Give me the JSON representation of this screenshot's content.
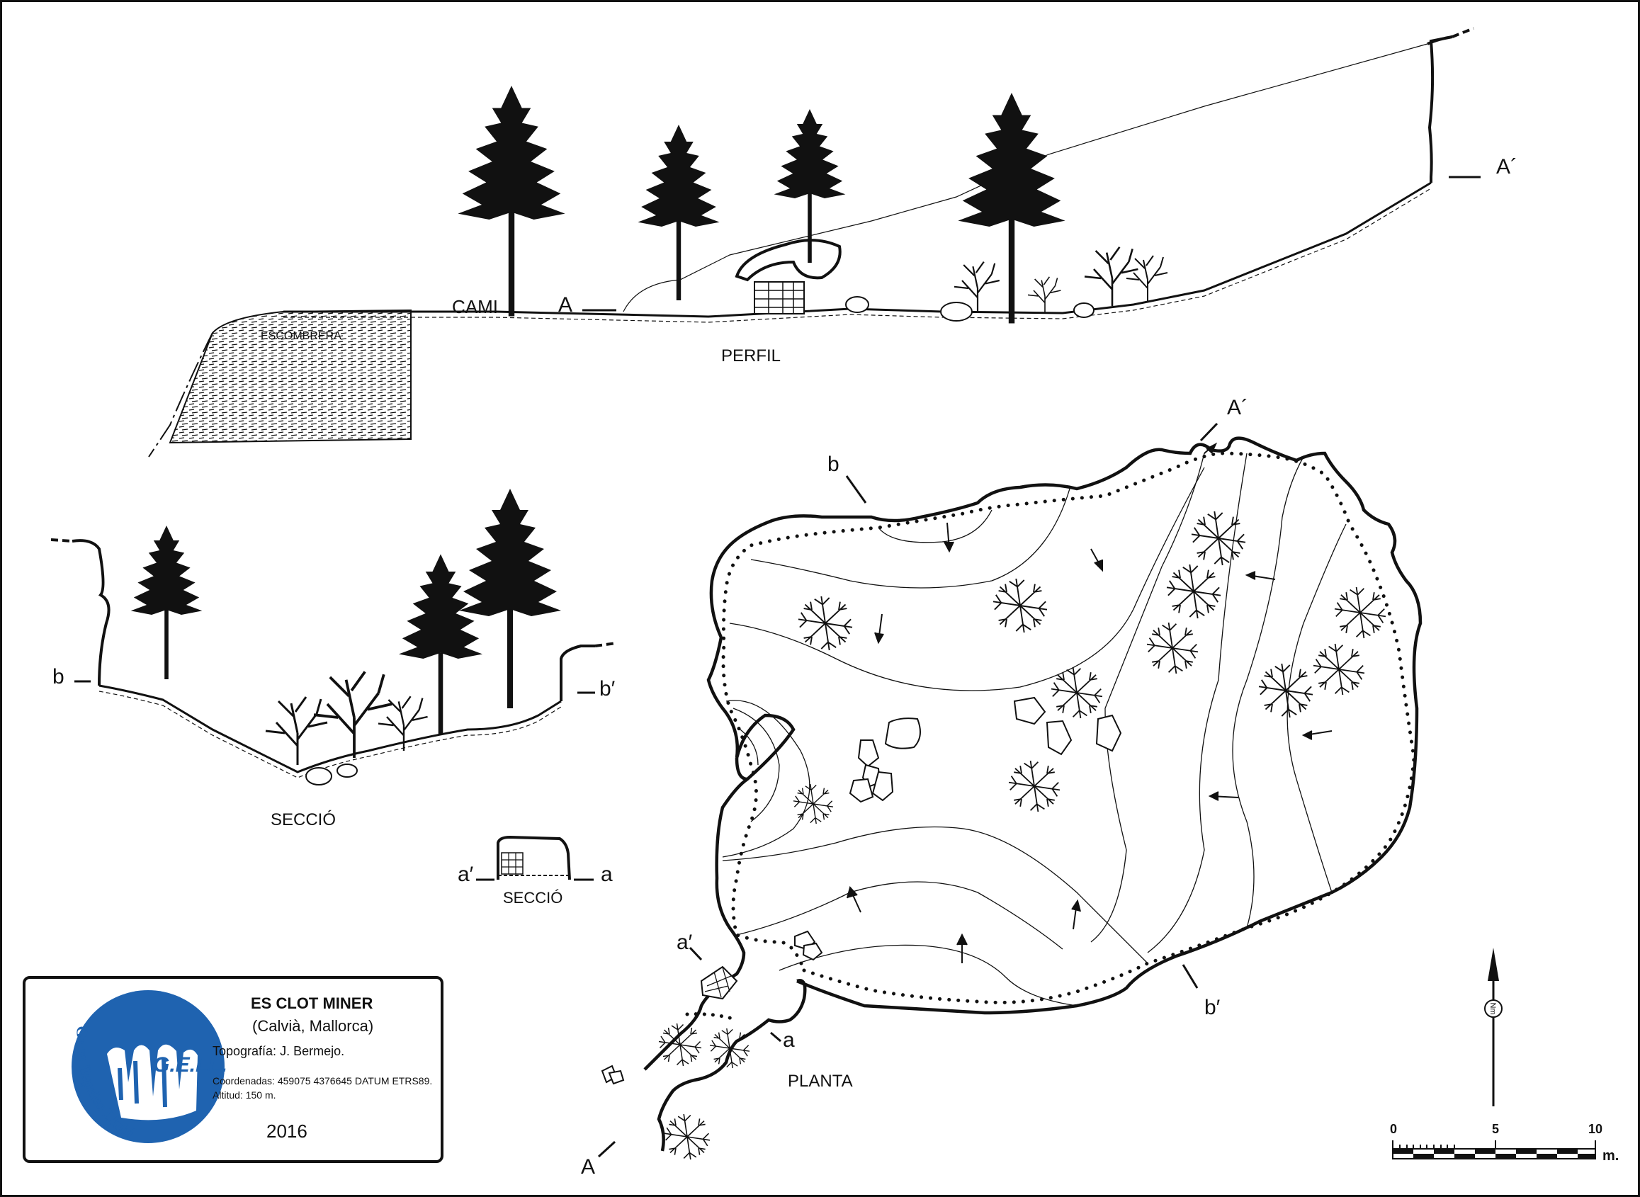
{
  "profile": {
    "title": "PERFIL",
    "label_cami": "CAMI",
    "label_escombrera": "ESCOMBRERA",
    "section_a": "A",
    "section_a_prime": "A´"
  },
  "cross_section_b": {
    "title": "SECCIÓ",
    "label_b": "b",
    "label_b_prime": "b′"
  },
  "cross_section_a": {
    "title": "SECCIÓ",
    "label_a": "a",
    "label_a_prime": "a′"
  },
  "plan": {
    "title": "PLANTA",
    "label_A": "A",
    "label_A_prime": "A´",
    "label_b": "b",
    "label_b_prime": "b′",
    "label_a": "a",
    "label_a_prime": "a′"
  },
  "north_arrow": {
    "label": "Nm"
  },
  "scale_bar": {
    "ticks": [
      "0",
      "5",
      "10"
    ],
    "unit": "m."
  },
  "info_box": {
    "title": "ES CLOT MINER",
    "subtitle": "(Calvià, Mallorca)",
    "topography": "Topografía: J. Bermejo.",
    "coordinates": "Coordenadas:  459075 4376645  DATUM ETRS89.",
    "altitude": "Altitud: 150 m.",
    "year": "2016"
  },
  "logo": {
    "text_short": "G.E.LL.",
    "text_arc": "Grup Espeleo Llubí",
    "color": "#1f63b0"
  }
}
